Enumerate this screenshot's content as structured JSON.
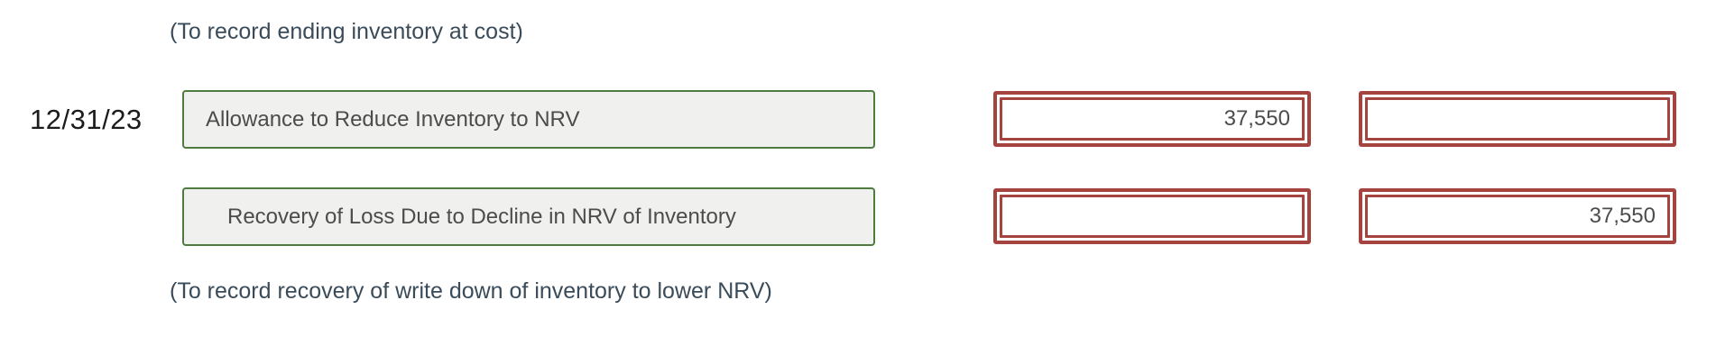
{
  "journal": {
    "date_label": "12/31/23",
    "memo_top": "(To record ending inventory at cost)",
    "memo_bottom": "(To record recovery of write down of inventory to lower NRV)",
    "rows": [
      {
        "account": "Allowance to Reduce Inventory to NRV",
        "debit": "37,550",
        "credit": ""
      },
      {
        "account": "Recovery of Loss Due to Decline in NRV of Inventory",
        "debit": "",
        "credit": "37,550"
      }
    ],
    "colors": {
      "account_border_green": "#4e7b40",
      "account_fill_gray": "#f0f0ee",
      "amount_border_red": "#a5443e",
      "memo_text": "#3a4b59",
      "date_text": "#1c1c1c",
      "field_text": "#4c4c4c"
    }
  }
}
